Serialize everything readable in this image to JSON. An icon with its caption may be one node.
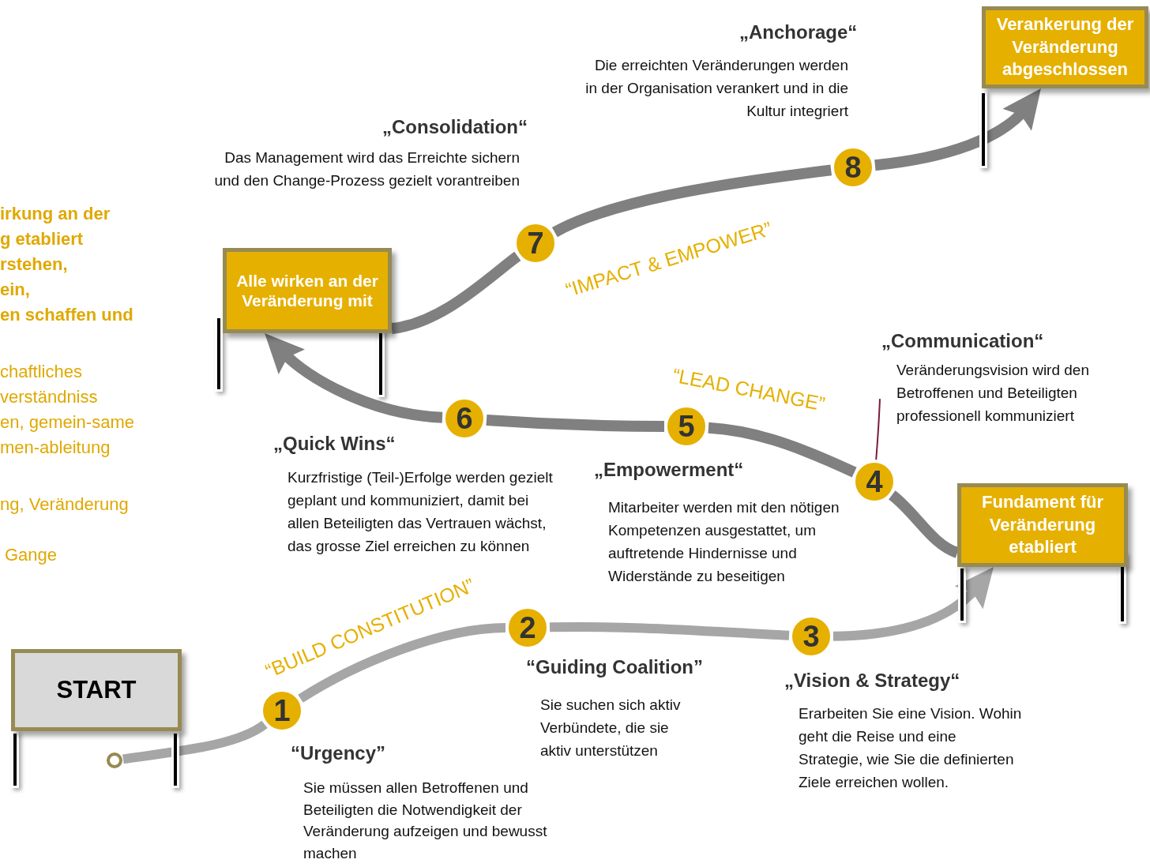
{
  "diagram": {
    "nodes": [
      {
        "text": [
          "Verankerung der Veränderung abgeschlossen"
        ]
      },
      {
        "text": [
          "8"
        ],
        "beside": [
          "„Anchorage“",
          "Die erreichten Veränderungen werden in der Organisation verankert und in die Kultur integriert"
        ]
      },
      {
        "text": [
          "7"
        ],
        "beside": [
          "„Consolidation“",
          "Das Management wird das Erreichte sichern und den Change-Prozess gezielt vorantreiben"
        ]
      },
      {
        "text": [
          "Alle wirken an der Veränderung mit"
        ]
      },
      {
        "text": [
          "„Communication“",
          "Veränderungsvision wird den Betroffenen und Beteiligten professionell kommuniziert"
        ]
      },
      {
        "text": [
          "6"
        ],
        "beside": [
          "„Quick Wins“",
          "Kurzfristige (Teil-)Erfolge werden gezielt geplant und kommuniziert, damit bei allen Beteiligten das Vertrauen wächst, das grosse Ziel erreichen zu können"
        ]
      },
      {
        "text": [
          "5"
        ],
        "beside": [
          "„Empowerment“",
          "Mitarbeiter werden mit den nötigen Kompetenzen ausgestattet, um auftretende Hindernisse und Widerstände zu beseitigen"
        ]
      },
      {
        "text": [
          "4"
        ]
      },
      {
        "text": [
          "Fundament für Veränderung etabliert"
        ]
      },
      {
        "text": [
          "2"
        ],
        "beside": [
          "“Guiding Coalition”",
          "Sie suchen sich aktiv Verbündete, die sie aktiv unterstützen"
        ]
      },
      {
        "text": [
          "3"
        ],
        "beside": [
          "„Vision & Strategy“",
          "Erarbeiten Sie eine Vision. Wohin geht die Reise und eine Strategie, wie Sie die definierten Ziele erreichen wollen."
        ]
      },
      {
        "text": [
          "START"
        ]
      },
      {
        "text": [
          "1"
        ],
        "beside": [
          "“Urgency”",
          "Sie müssen allen Betroffenen und Beteiligten die Notwendigkeit der Veränderung aufzeigen und bewusst machen"
        ]
      },
      {
        "text": [],
        "shape": "circle"
      }
    ],
    "edges": [
      {
        "from": 13,
        "to": 12,
        "arrow": "none",
        "color": "#a6a6a6"
      },
      {
        "from": 12,
        "to": 9,
        "arrow": "none",
        "color": "#a6a6a6"
      },
      {
        "from": 9,
        "to": 10,
        "arrow": "none",
        "color": "#a6a6a6"
      },
      {
        "from": 10,
        "to": 8,
        "arrow": "to",
        "color": "#a6a6a6"
      },
      {
        "from": 8,
        "to": 7,
        "arrow": "none"
      },
      {
        "from": 7,
        "to": 6,
        "arrow": "none"
      },
      {
        "from": 6,
        "to": 5,
        "arrow": "none"
      },
      {
        "from": 5,
        "to": 3,
        "arrow": "to"
      },
      {
        "from": 3,
        "to": 2,
        "arrow": "none"
      },
      {
        "from": 2,
        "to": 1,
        "arrow": "none"
      },
      {
        "from": 1,
        "to": 0,
        "arrow": "to"
      },
      {
        "from": 4,
        "to": 7,
        "arrow": "none",
        "color": "#7b1c3a"
      }
    ],
    "labels": [
      "irkung an der",
      "g etabliert",
      "rstehen,",
      "ein,",
      "en schaffen und",
      "chaftliches",
      "verständniss",
      "en, gemein-same",
      "men-ableitung",
      "ng, Veränderung",
      "Gange",
      "“IMPACT & EMPOWER”",
      "“LEAD CHANGE”",
      "“BUILD CONSTITUTION”"
    ]
  }
}
